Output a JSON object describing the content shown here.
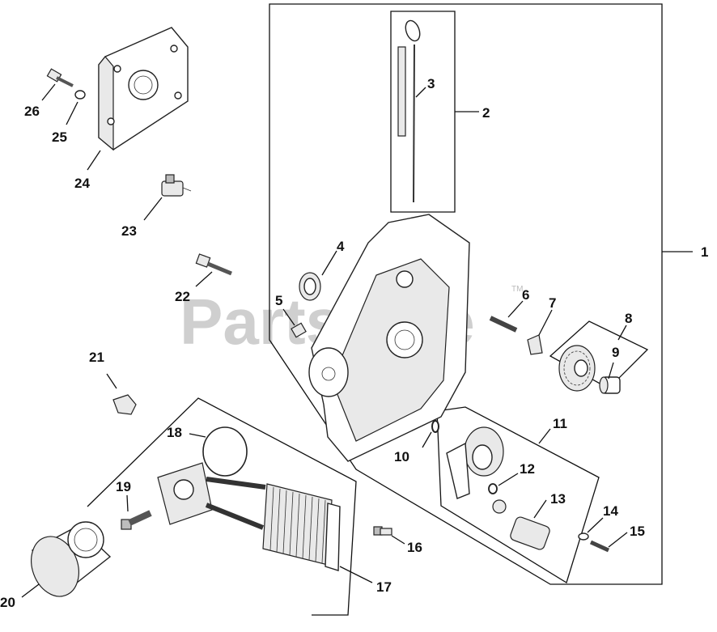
{
  "watermark": {
    "brand": "PartsTree",
    "trademark": "TM"
  },
  "callouts": [
    {
      "id": "callout-1",
      "label": "1"
    },
    {
      "id": "callout-2",
      "label": "2"
    },
    {
      "id": "callout-3",
      "label": "3"
    },
    {
      "id": "callout-4",
      "label": "4"
    },
    {
      "id": "callout-5",
      "label": "5"
    },
    {
      "id": "callout-6",
      "label": "6"
    },
    {
      "id": "callout-7",
      "label": "7"
    },
    {
      "id": "callout-8",
      "label": "8"
    },
    {
      "id": "callout-9",
      "label": "9"
    },
    {
      "id": "callout-10",
      "label": "10"
    },
    {
      "id": "callout-11",
      "label": "11"
    },
    {
      "id": "callout-12",
      "label": "12"
    },
    {
      "id": "callout-13",
      "label": "13"
    },
    {
      "id": "callout-14",
      "label": "14"
    },
    {
      "id": "callout-15",
      "label": "15"
    },
    {
      "id": "callout-16",
      "label": "16"
    },
    {
      "id": "callout-17",
      "label": "17"
    },
    {
      "id": "callout-18",
      "label": "18"
    },
    {
      "id": "callout-19",
      "label": "19"
    },
    {
      "id": "callout-20",
      "label": "20"
    },
    {
      "id": "callout-21",
      "label": "21"
    },
    {
      "id": "callout-22",
      "label": "22"
    },
    {
      "id": "callout-23",
      "label": "23"
    },
    {
      "id": "callout-24",
      "label": "24"
    },
    {
      "id": "callout-25",
      "label": "25"
    },
    {
      "id": "callout-26",
      "label": "26"
    }
  ]
}
